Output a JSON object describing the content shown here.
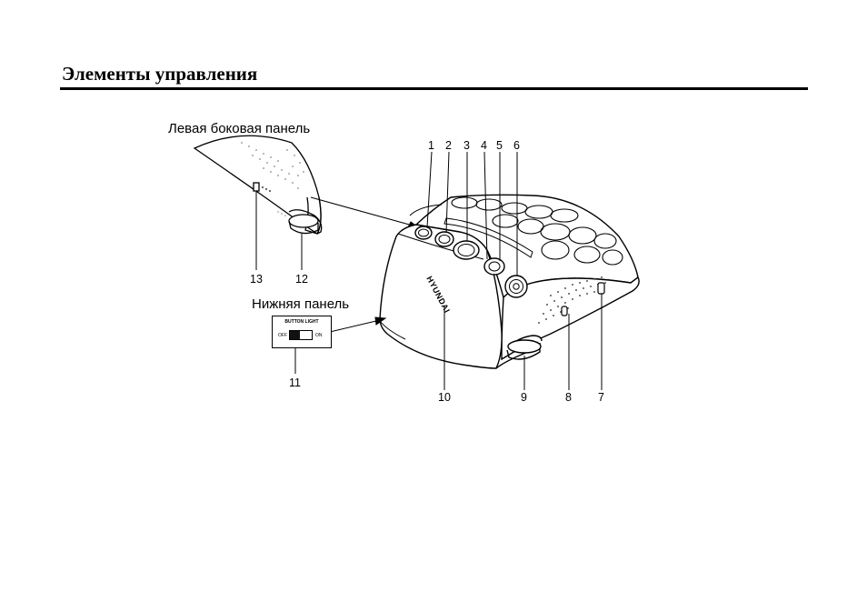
{
  "page": {
    "title": "Элементы управления"
  },
  "figure": {
    "left_panel_label": "Левая боковая панель",
    "bottom_panel_label": "Нижняя панель",
    "brand_text": "HYUNDAI",
    "switch": {
      "caption": "BUTTON LIGHT",
      "off_label": "OFF",
      "on_label": "ON",
      "position": "off"
    },
    "callouts": [
      "1",
      "2",
      "3",
      "4",
      "5",
      "6",
      "7",
      "8",
      "9",
      "10",
      "11",
      "12",
      "13"
    ]
  }
}
